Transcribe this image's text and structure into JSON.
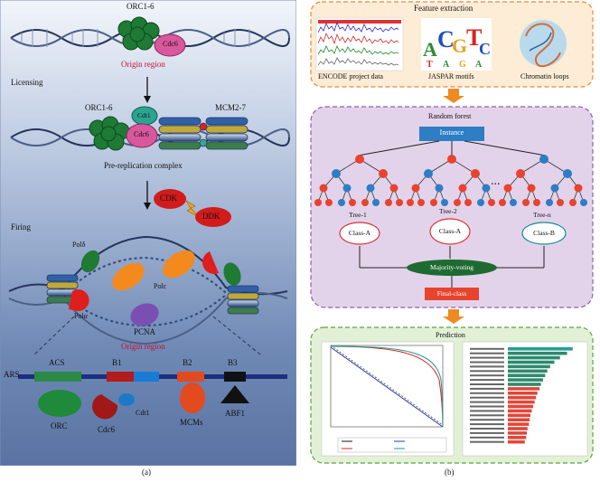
{
  "left_panel": {
    "label_top_orc": "ORC1-6",
    "label_cdc6": "Cdc6",
    "label_origin_region": "Origin region",
    "label_licensing": "Licensing",
    "label_orc_mid": "ORC1-6",
    "label_cdt1": "Cdt1",
    "label_mcm": "MCM2-7",
    "label_cdc6_mid": "Cdc6",
    "label_prc": "Pre-replication complex",
    "label_cdk": "CDK",
    "label_ddk": "DDK",
    "label_firing": "Firing",
    "label_pol_delta": "Polδ",
    "label_pol_epsilon": "Polε",
    "label_pol_alpha": "Polα",
    "label_pcna": "PCNA",
    "label_origin_region_2": "Origin region",
    "ars": {
      "ars_label": "ARS",
      "acs": "ACS",
      "b1": "B1",
      "b2": "B2",
      "b3": "B3",
      "orc": "ORC",
      "cdt1": "Cdt1",
      "cdc6": "Cdc6",
      "mcms": "MCMs",
      "abf1": "ABF1"
    },
    "caption": "(a)",
    "colors": {
      "panel_top": "#e9eef7",
      "panel_bottom": "#5d78a7",
      "orc_green": "#1f7a33",
      "cdc6_pink": "#d9579c",
      "cdt1_teal": "#2aa58f",
      "cdk_red": "#d21b1b",
      "origin_red": "#c8102e"
    }
  },
  "right_panel": {
    "feature": {
      "title": "Feature extraction",
      "items": [
        "ENCODE project data",
        "JASPAR motifs",
        "Chromatin loops"
      ],
      "colors": {
        "border": "#e8893a",
        "fill": "#fdecd6"
      }
    },
    "rf": {
      "title": "Random forest",
      "instance": "Instance",
      "trees": [
        "Tree-1",
        "Tree-2",
        "Tree-n"
      ],
      "ellipsis": "...",
      "classes": [
        "Class-A",
        "Class-A",
        "Class-B"
      ],
      "voting": "Majority-voting",
      "final": "Final-class",
      "colors": {
        "border": "#8a5fb0",
        "fill": "#e3d3ea",
        "red_node": "#e8432f",
        "blue_node": "#2d7ec4",
        "voting": "#1e6b32"
      }
    },
    "prediction": {
      "title": "Prediction",
      "colors": {
        "border": "#55a540",
        "fill": "#e2f0d6",
        "bar": "#e2463a",
        "bar_top": "#22a096"
      }
    },
    "caption": "(b)"
  }
}
